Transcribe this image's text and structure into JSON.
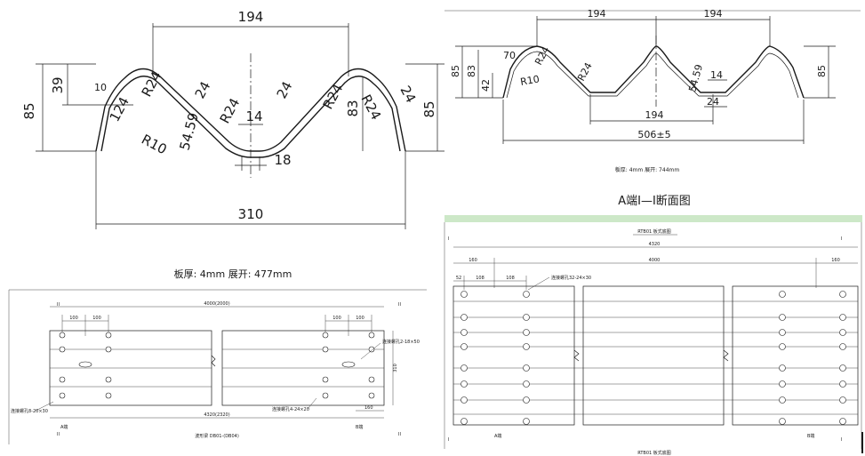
{
  "left_profile": {
    "dims": [
      "194",
      "39",
      "85",
      "10",
      "R24",
      "124",
      "R10",
      "24",
      "54.59",
      "R24",
      "14",
      "18",
      "24",
      "R24",
      "R24",
      "83",
      "24",
      "85",
      "310"
    ],
    "note": "板厚: 4mm 展开: 477mm"
  },
  "right_profile": {
    "dims": [
      "194",
      "194",
      "70",
      "R24",
      "R24",
      "85",
      "83",
      "42",
      "R10",
      "14",
      "54.59",
      "24",
      "85",
      "194",
      "506±5"
    ],
    "note": "板厚: 4mm 展开: 744mm",
    "section_title": "A端I—I断面图"
  },
  "left_plan": {
    "top_dim": "4000(2000)",
    "dims_left": [
      "100",
      "100"
    ],
    "dims_right": [
      "100",
      "100"
    ],
    "height_dim": "310",
    "right_dim": "160",
    "bottom_dim": "4320(2320)",
    "label_right_top": "连接螺孔2-18×50",
    "label_left_bottom": "连接螺孔8-20×30",
    "label_bottom_mid": "连接螺孔4-24×20",
    "end_a": "A端",
    "end_b": "B端",
    "title": "波形梁 DB01-(DB04)",
    "section_marks": [
      "II",
      "II",
      "II",
      "II"
    ]
  },
  "right_plan": {
    "header": "RTB01 板式底图",
    "total_dim": "4320",
    "dims": [
      "160",
      "4000",
      "160",
      "52",
      "108",
      "108"
    ],
    "hole_label": "连接螺孔32-24×30",
    "end_a": "A端",
    "end_b": "B端",
    "section_marks": [
      "I",
      "I",
      "I",
      "I"
    ],
    "bottom_caption": "RTB01 板式底图"
  }
}
